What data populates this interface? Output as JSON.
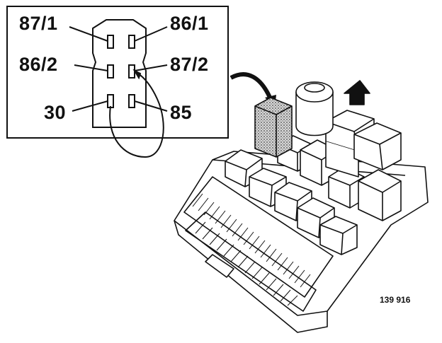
{
  "pinout": {
    "pins": [
      {
        "id": "p871",
        "label": "87/1"
      },
      {
        "id": "p861",
        "label": "86/1"
      },
      {
        "id": "p862",
        "label": "86/2"
      },
      {
        "id": "p872",
        "label": "87/2"
      },
      {
        "id": "p30",
        "label": "30"
      },
      {
        "id": "p85",
        "label": "85"
      }
    ]
  },
  "figure_number": "139 916",
  "colors": {
    "line": "#111111",
    "background": "#ffffff",
    "highlight_relay": "#9a9a9a"
  }
}
